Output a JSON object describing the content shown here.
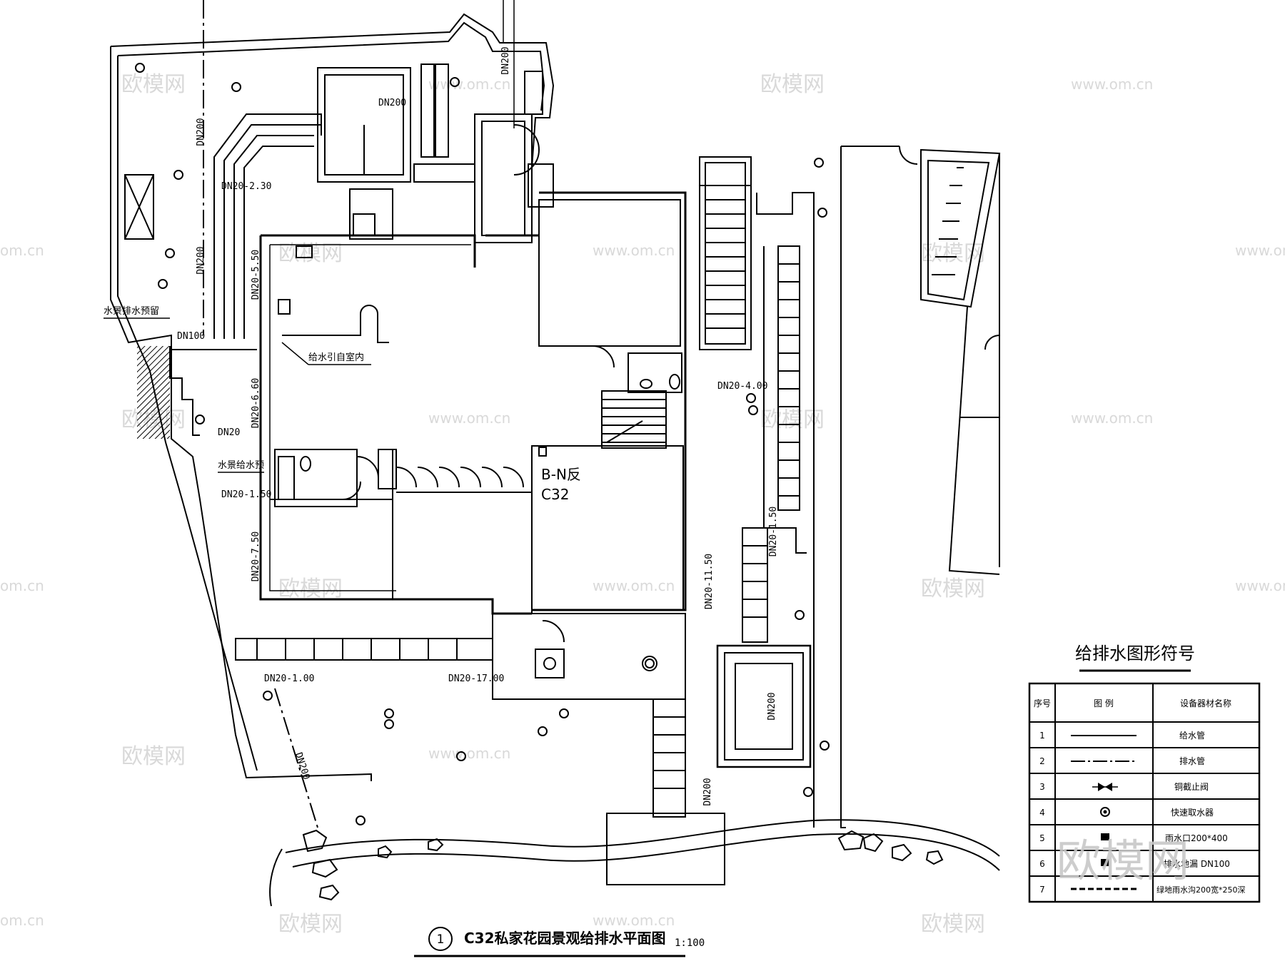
{
  "title": {
    "number": "1",
    "text": "C32私家花园景观给排水平面图",
    "scale": "1:100"
  },
  "plan_labels": {
    "building_code_1": "B-N反",
    "building_code_2": "C32",
    "pipes": [
      "DN200",
      "DN200",
      "DN200",
      "DN200",
      "DN200",
      "DN200",
      "DN200",
      "DN100",
      "DN20-2.30",
      "DN20-5.50",
      "DN20-6.60",
      "DN20",
      "DN20-1.50",
      "DN20-7.50",
      "DN20-1.00",
      "DN20-17.00",
      "DN20-4.00",
      "DN20-11.50",
      "DN20-1.50"
    ],
    "notes": [
      "水景排水预留",
      "给水引自室内",
      "水景给水预"
    ]
  },
  "legend": {
    "title": "给排水图形符号",
    "headers": [
      "序号",
      "图  例",
      "设备器材名称"
    ],
    "rows": [
      {
        "no": "1",
        "icon": "solid-line",
        "name": "给水管"
      },
      {
        "no": "2",
        "icon": "dashdot-line",
        "name": "排水管"
      },
      {
        "no": "3",
        "icon": "valve",
        "name": "铜截止阀"
      },
      {
        "no": "4",
        "icon": "quick-tap",
        "name": "快速取水器"
      },
      {
        "no": "5",
        "icon": "rain-inlet",
        "name": "雨水口200*400"
      },
      {
        "no": "6",
        "icon": "floor-drain",
        "name": "排水地漏 DN100"
      },
      {
        "no": "7",
        "icon": "dashed-line",
        "name": "绿地雨水沟200宽*250深"
      }
    ]
  },
  "watermarks": {
    "brand": "欧模网",
    "url": "www.om.cn",
    "url_partial": "om.cn"
  },
  "colors": {
    "line": "#000000",
    "background": "#ffffff",
    "watermark": "#d9d9d9"
  }
}
